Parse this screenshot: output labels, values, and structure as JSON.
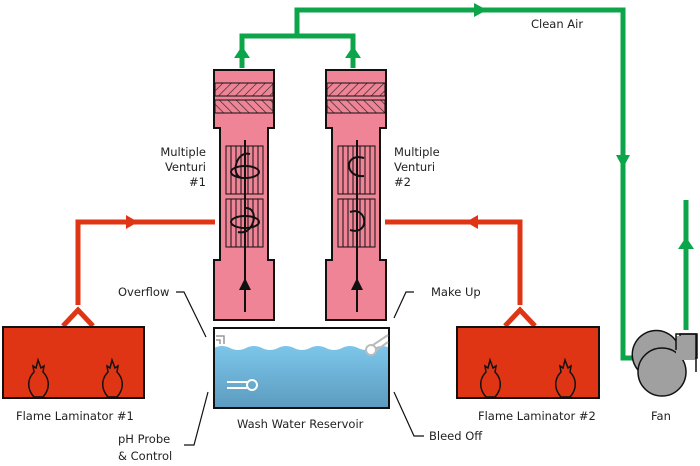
{
  "colors": {
    "air_green": "#0da54a",
    "gas_red": "#e03514",
    "venturi_pink": "#ee8496",
    "laminator_red": "#e03514",
    "water_blue": "#6fbde3",
    "fan_gray": "#a0a0a0"
  },
  "labels": {
    "clean_air": "Clean Air",
    "venturi1": [
      "Multiple",
      "Venturi",
      "#1"
    ],
    "venturi2": [
      "Multiple",
      "Venturi",
      "#2"
    ],
    "overflow": "Overflow",
    "make_up": "Make Up",
    "laminator1": "Flame Laminator #1",
    "laminator2": "Flame Laminator #2",
    "reservoir": "Wash Water Reservoir",
    "ph_probe": [
      "pH Probe",
      "& Control"
    ],
    "bleed_off": "Bleed Off",
    "fan": "Fan"
  }
}
